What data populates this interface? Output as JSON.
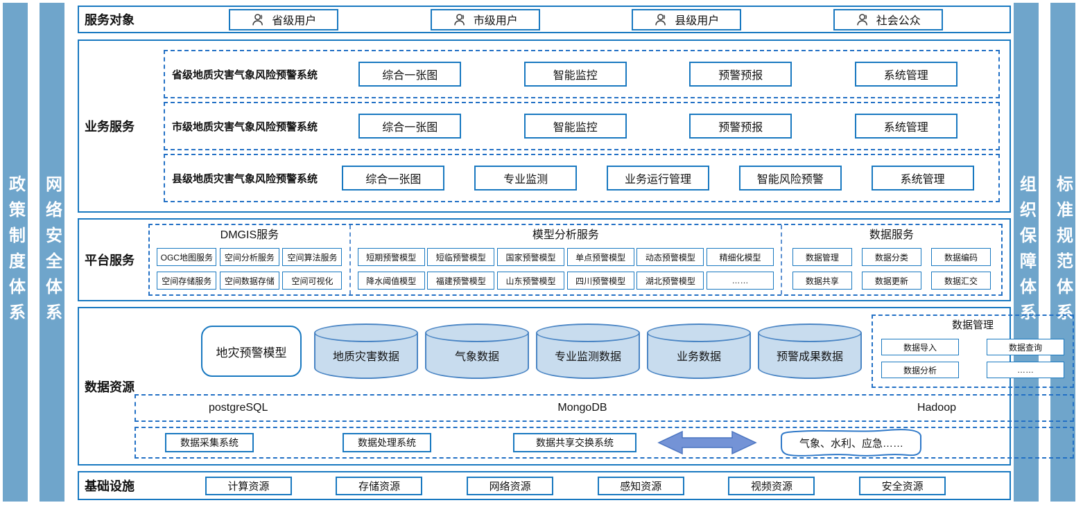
{
  "colors": {
    "frame_blue": "#1878c0",
    "dashed_blue": "#2270c5",
    "sidebar_blue": "#6fa5cb",
    "cylinder_fill": "#c8dcee",
    "cylinder_border": "#4a85c4",
    "arrow_fill": "#7493d6",
    "arrow_border": "#4a74c0"
  },
  "side_bars": {
    "left": [
      "政策制度体系",
      "网络安全体系"
    ],
    "right": [
      "组织保障体系",
      "标准规范体系"
    ]
  },
  "sections": {
    "targets": {
      "title": "服务对象",
      "items": [
        "省级用户",
        "市级用户",
        "县级用户",
        "社会公众"
      ]
    },
    "business": {
      "title": "业务服务",
      "rows": [
        {
          "label": "省级地质灾害气象风险预警系统",
          "items": [
            "综合一张图",
            "智能监控",
            "预警预报",
            "系统管理"
          ]
        },
        {
          "label": "市级地质灾害气象风险预警系统",
          "items": [
            "综合一张图",
            "智能监控",
            "预警预报",
            "系统管理"
          ]
        },
        {
          "label": "县级地质灾害气象风险预警系统",
          "items": [
            "综合一张图",
            "专业监测",
            "业务运行管理",
            "智能风险预警",
            "系统管理"
          ]
        }
      ]
    },
    "platform": {
      "title": "平台服务",
      "groups": [
        {
          "title": "DMGIS服务",
          "rows": [
            [
              "OGC地图服务",
              "空间分析服务",
              "空间算法服务"
            ],
            [
              "空间存储服务",
              "空间数据存储",
              "空间可视化"
            ]
          ]
        },
        {
          "title": "模型分析服务",
          "rows": [
            [
              "短期预警模型",
              "短临预警模型",
              "国家预警模型",
              "单点预警模型",
              "动态预警模型",
              "精细化模型"
            ],
            [
              "降水阈值模型",
              "福建预警模型",
              "山东预警模型",
              "四川预警模型",
              "湖北预警模型",
              "……"
            ]
          ]
        },
        {
          "title": "数据服务",
          "rows": [
            [
              "数据管理",
              "数据分类",
              "数据编码"
            ],
            [
              "数据共享",
              "数据更新",
              "数据汇交"
            ]
          ]
        }
      ]
    },
    "data": {
      "title": "数据资源",
      "model_box": "地灾预警模型",
      "cylinders": [
        "地质灾害数据",
        "气象数据",
        "专业监测数据",
        "业务数据",
        "预警成果数据"
      ],
      "data_management": {
        "title": "数据管理",
        "items": [
          "数据导入",
          "数据查询",
          "数据分析",
          "……"
        ]
      },
      "databases": [
        "postgreSQL",
        "MongoDB",
        "Hadoop"
      ],
      "systems": [
        "数据采集系统",
        "数据处理系统",
        "数据共享交换系统"
      ],
      "external": "气象、水利、应急……"
    },
    "infra": {
      "title": "基础设施",
      "items": [
        "计算资源",
        "存储资源",
        "网络资源",
        "感知资源",
        "视频资源",
        "安全资源"
      ]
    }
  }
}
